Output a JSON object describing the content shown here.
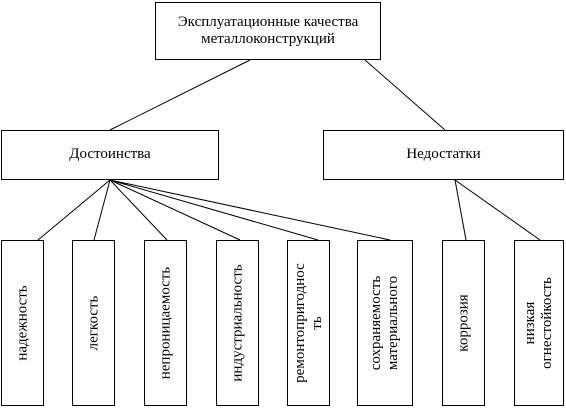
{
  "root": {
    "line1": "Эксплуатационные качества",
    "line2": "металлоконструкций"
  },
  "advantages": {
    "label": "Достоинства",
    "items": [
      {
        "text": "надежность"
      },
      {
        "text": "легкость"
      },
      {
        "text": "непроницаемость"
      },
      {
        "text": "индустриальность"
      },
      {
        "text": "ремонтопригоднос\nть"
      },
      {
        "text": "сохраняемость\nматериального"
      }
    ]
  },
  "disadvantages": {
    "label": "Недостатки",
    "items": [
      {
        "text": "коррозия"
      },
      {
        "text": "низкая\nогнестойкость"
      }
    ]
  }
}
